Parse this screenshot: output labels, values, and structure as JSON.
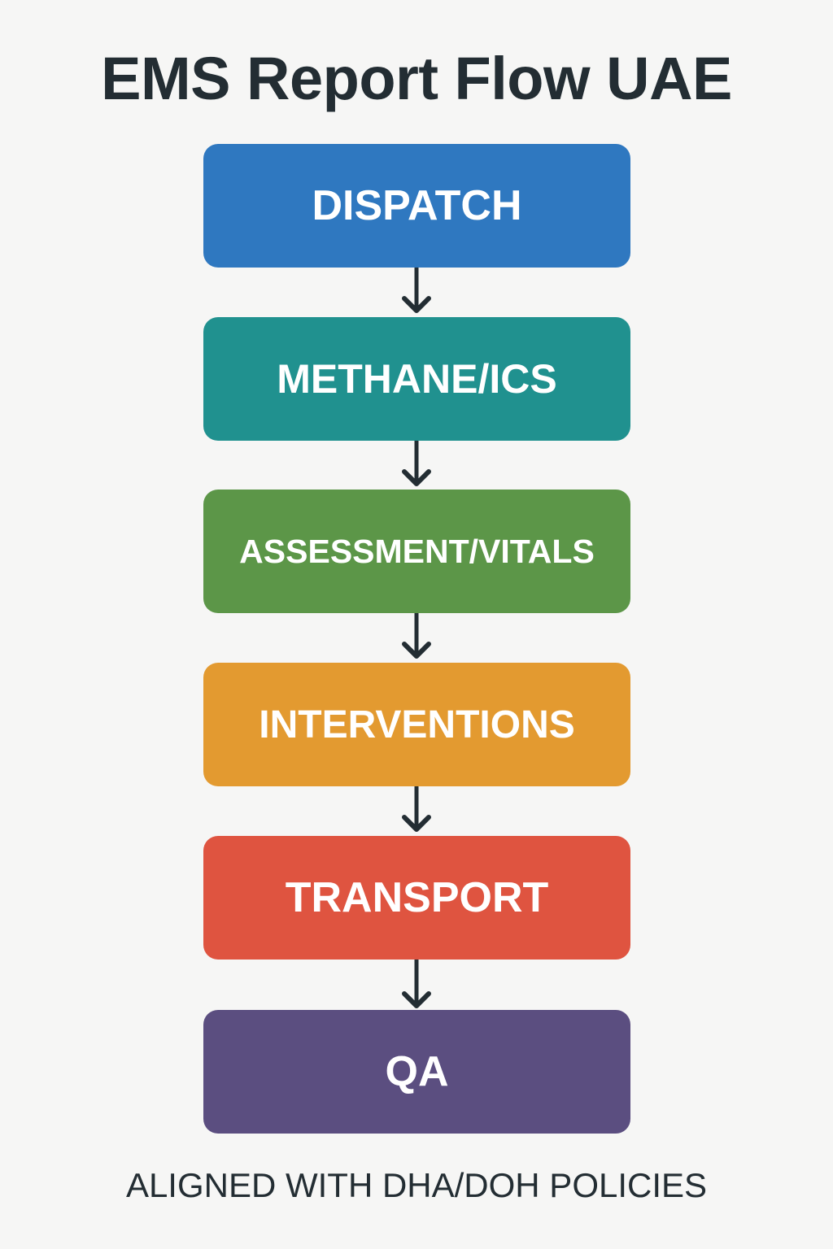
{
  "title": "EMS Report Flow UAE",
  "steps": [
    {
      "label": "DISPATCH",
      "color": "#2f78c0"
    },
    {
      "label": "METHANE/ICS",
      "color": "#20918f"
    },
    {
      "label": "ASSESSMENT/VITALS",
      "color": "#5c9648"
    },
    {
      "label": "INTERVENTIONS",
      "color": "#e39a30"
    },
    {
      "label": "TRANSPORT",
      "color": "#df5440"
    },
    {
      "label": "QA",
      "color": "#5b4e80"
    }
  ],
  "arrows": {
    "icon": "arrow-down-icon",
    "color": "#232d33"
  },
  "footer": "ALIGNED WITH DHA/DOH POLICIES"
}
